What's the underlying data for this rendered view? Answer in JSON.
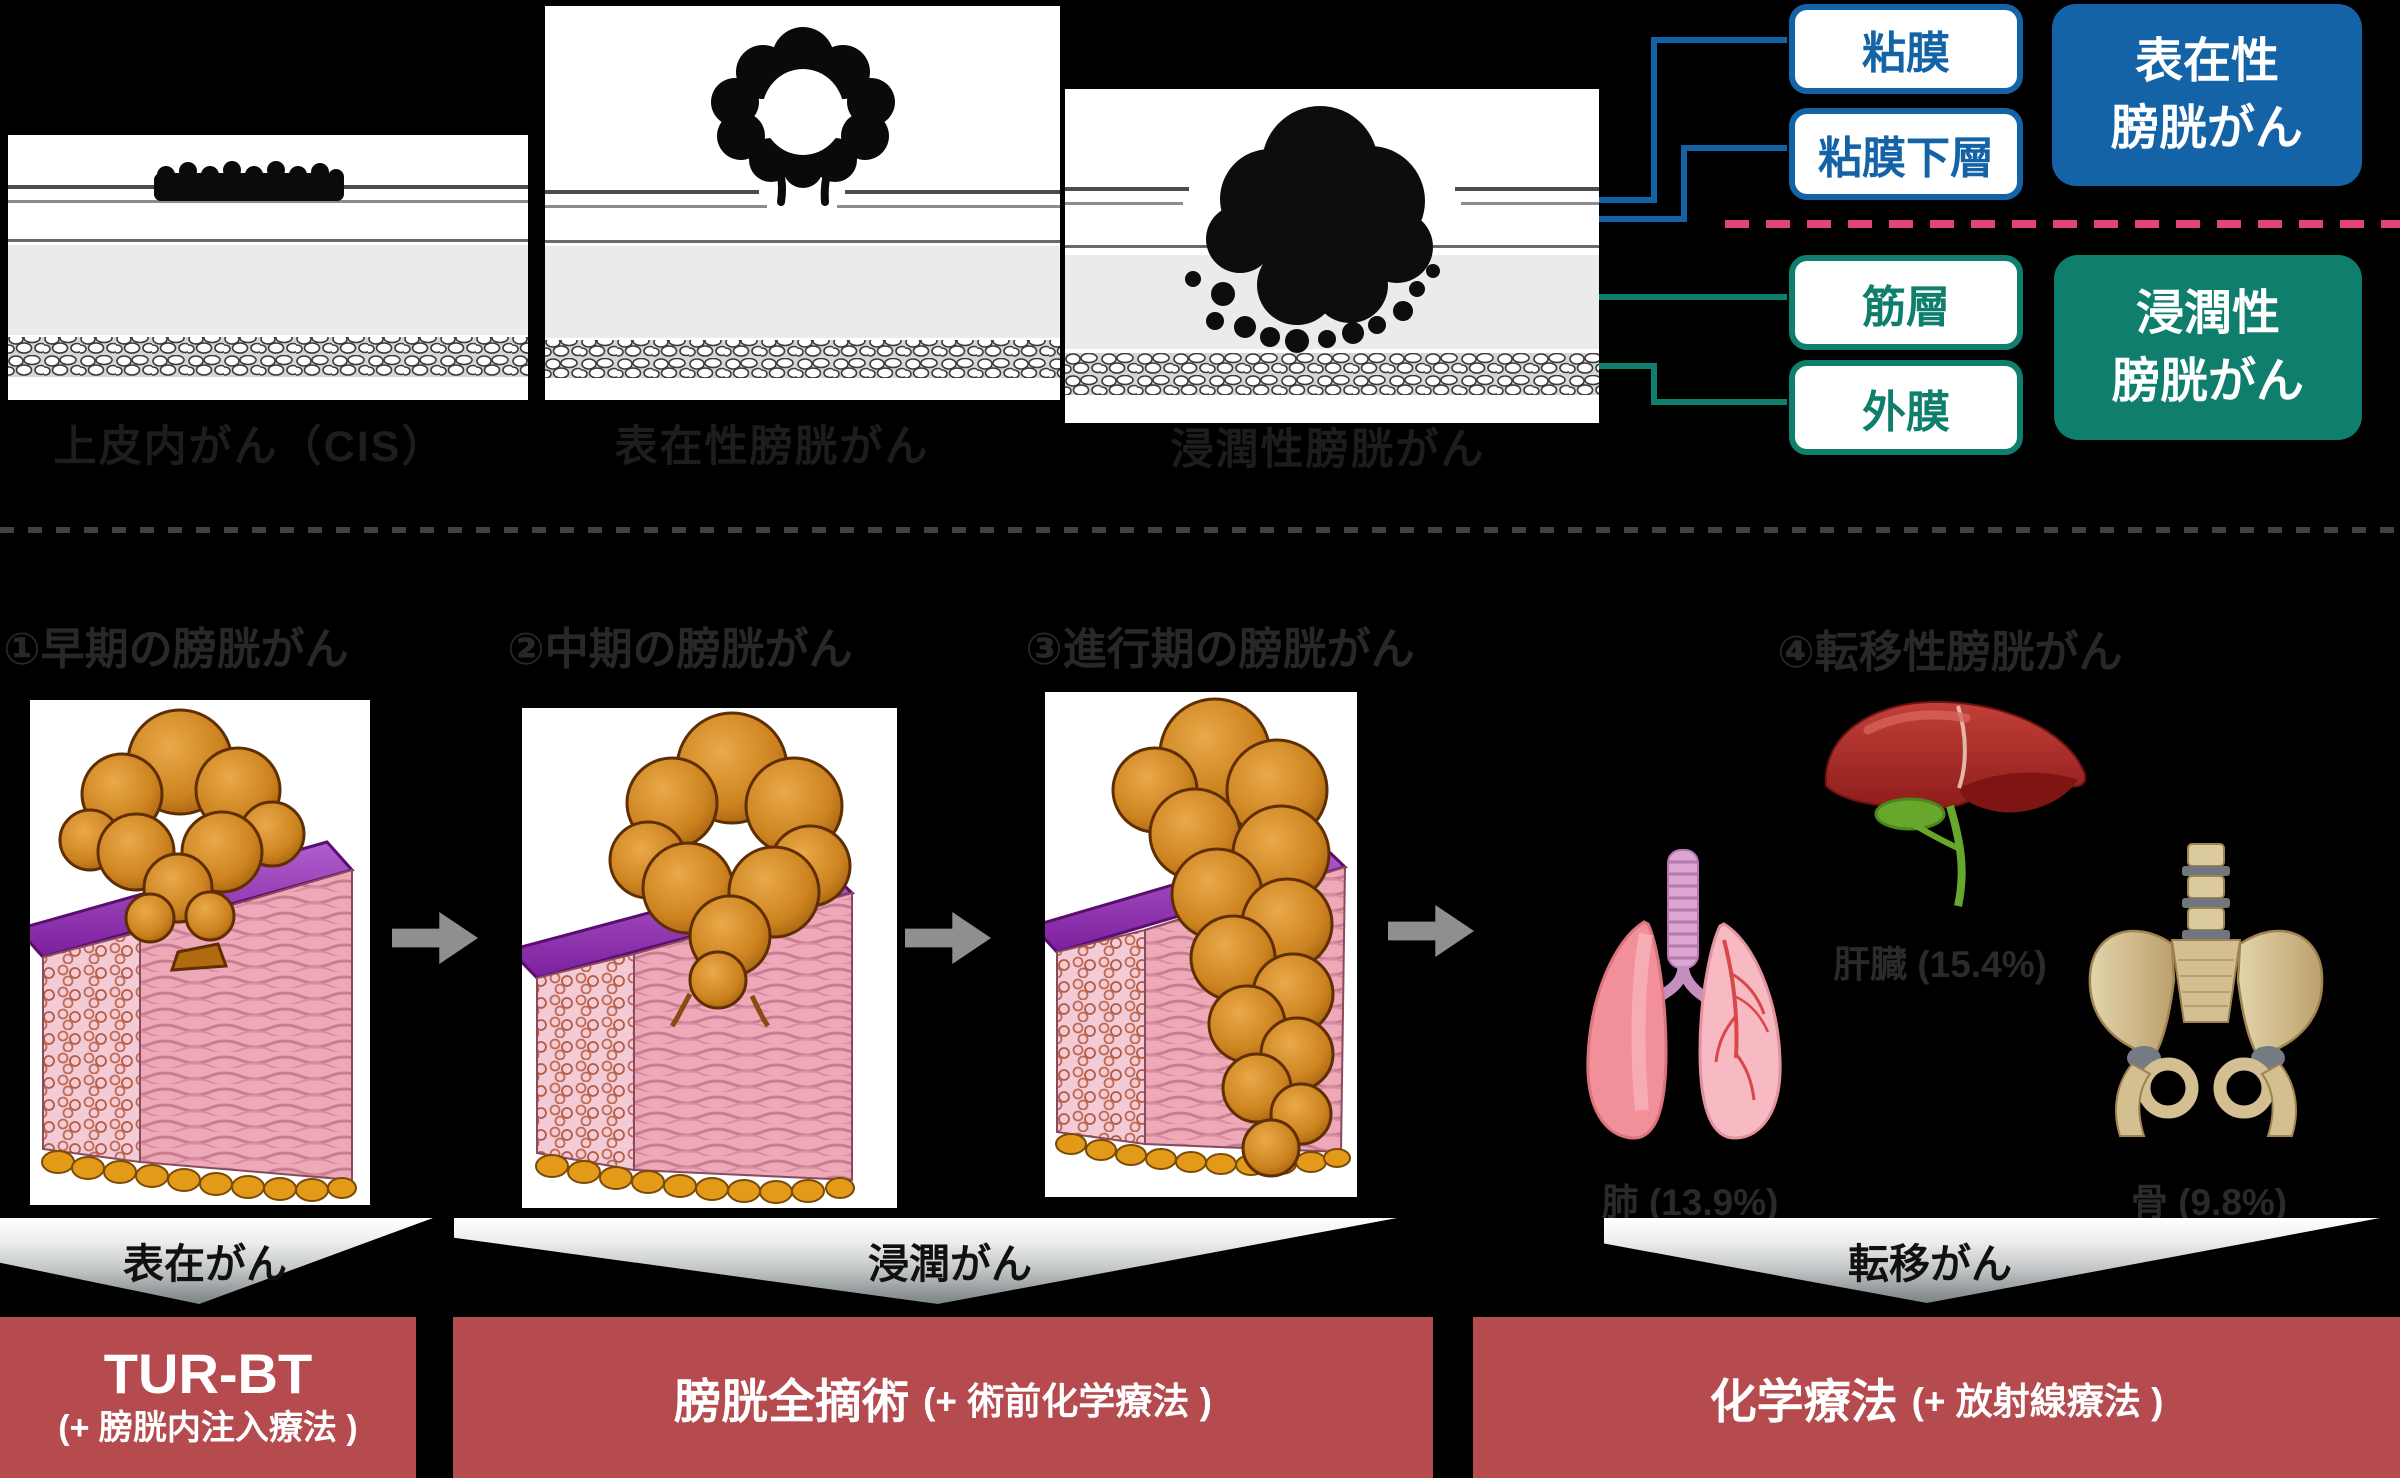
{
  "colors": {
    "superficial_blue": "#1463a6",
    "invasive_teal": "#0f7e6c",
    "divider_pink": "#e2437d",
    "treatment_red": "#b54b4f",
    "background": "#000000"
  },
  "histology": [
    {
      "caption": "上皮内がん（CIS）"
    },
    {
      "caption": "表在性膀胱がん"
    },
    {
      "caption": "浸潤性膀胱がん"
    }
  ],
  "layers": {
    "mucosa": "粘膜",
    "submucosa": "粘膜下層",
    "muscle": "筋層",
    "adventitia": "外膜"
  },
  "groups": {
    "superficial": {
      "line1": "表在性",
      "line2": "膀胱がん"
    },
    "invasive": {
      "line1": "浸潤性",
      "line2": "膀胱がん"
    }
  },
  "stages": [
    {
      "title": "①早期の膀胱がん"
    },
    {
      "title": "②中期の膀胱がん"
    },
    {
      "title": "③進行期の膀胱がん"
    },
    {
      "title": "④転移性膀胱がん"
    }
  ],
  "metastasis": [
    {
      "organ": "肝臓",
      "label": "肝臓 (15.4%)"
    },
    {
      "organ": "肺",
      "label": "肺 (13.9%)"
    },
    {
      "organ": "骨",
      "label": "骨 (9.8%)"
    }
  ],
  "flow": [
    {
      "category": "表在がん",
      "main": "TUR-BT",
      "sub": "(+ 膀胱内注入療法 )"
    },
    {
      "category": "浸潤がん",
      "main": "膀胱全摘術",
      "sub": "(+ 術前化学療法 )"
    },
    {
      "category": "転移がん",
      "main": "化学療法",
      "sub": "(+ 放射線療法 )"
    }
  ]
}
